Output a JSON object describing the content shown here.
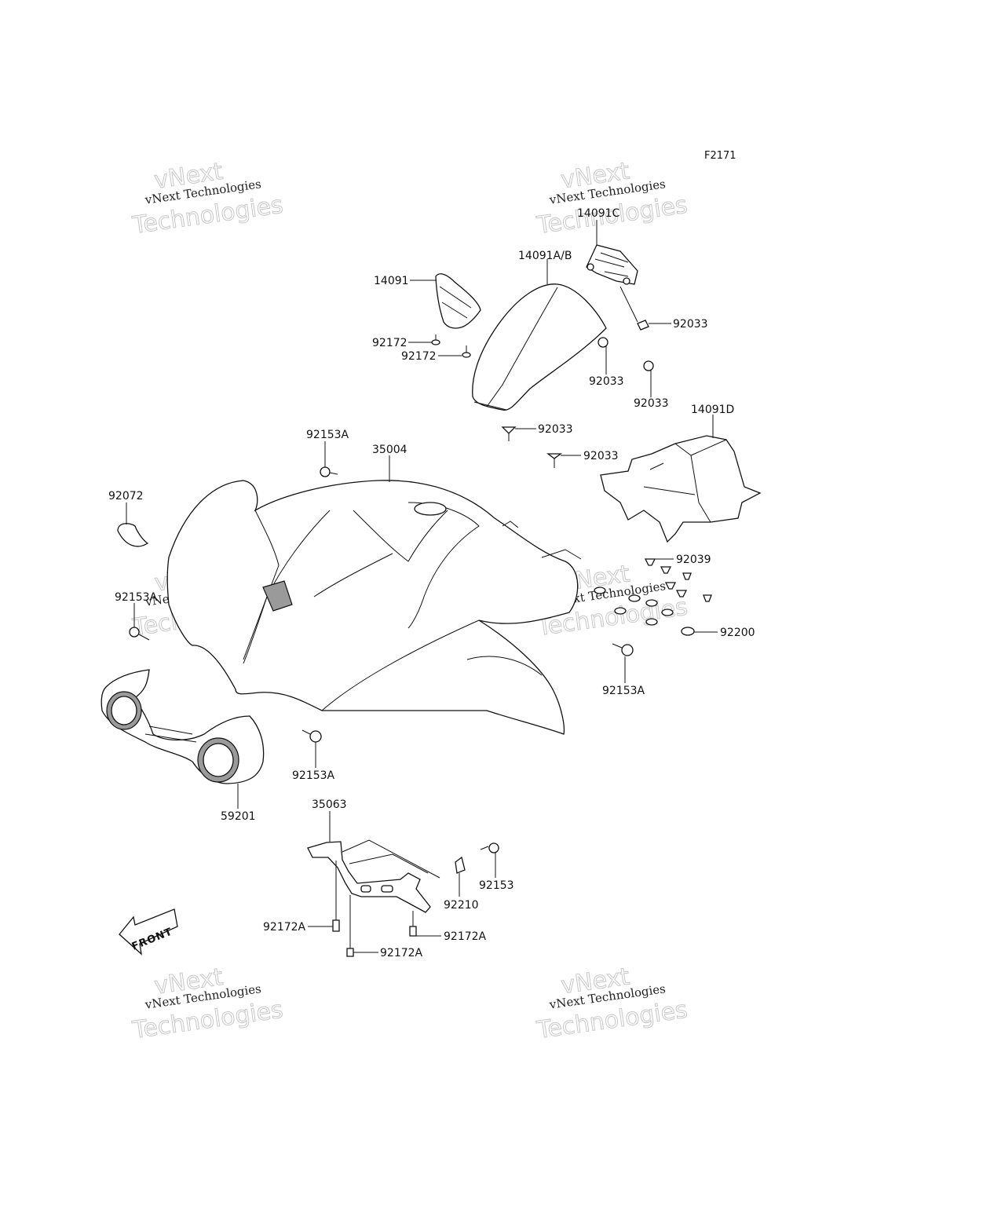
{
  "figure_code": "F2171",
  "watermark": {
    "line1": "vNext",
    "line2": "vNext Technologies",
    "line3": "Technologies"
  },
  "front_arrow_label": "FRONT",
  "callouts": [
    {
      "id": "c-14091c",
      "label": "14091C"
    },
    {
      "id": "c-14091ab",
      "label": "14091A/B"
    },
    {
      "id": "c-14091",
      "label": "14091"
    },
    {
      "id": "c-92033-a",
      "label": "92033"
    },
    {
      "id": "c-92172-a",
      "label": "92172"
    },
    {
      "id": "c-92172-b",
      "label": "92172"
    },
    {
      "id": "c-92033-b",
      "label": "92033"
    },
    {
      "id": "c-92033-c",
      "label": "92033"
    },
    {
      "id": "c-14091d",
      "label": "14091D"
    },
    {
      "id": "c-92033-d",
      "label": "92033"
    },
    {
      "id": "c-92153a-a",
      "label": "92153A"
    },
    {
      "id": "c-35004",
      "label": "35004"
    },
    {
      "id": "c-92033-e",
      "label": "92033"
    },
    {
      "id": "c-92072",
      "label": "92072"
    },
    {
      "id": "c-92039",
      "label": "92039"
    },
    {
      "id": "c-92153a-b",
      "label": "92153A"
    },
    {
      "id": "c-92200",
      "label": "92200"
    },
    {
      "id": "c-92153a-c",
      "label": "92153A"
    },
    {
      "id": "c-92153a-d",
      "label": "92153A"
    },
    {
      "id": "c-59201",
      "label": "59201"
    },
    {
      "id": "c-35063",
      "label": "35063"
    },
    {
      "id": "c-92153",
      "label": "92153"
    },
    {
      "id": "c-92210",
      "label": "92210"
    },
    {
      "id": "c-92172a-a",
      "label": "92172A"
    },
    {
      "id": "c-92172a-b",
      "label": "92172A"
    },
    {
      "id": "c-92172a-c",
      "label": "92172A"
    }
  ]
}
